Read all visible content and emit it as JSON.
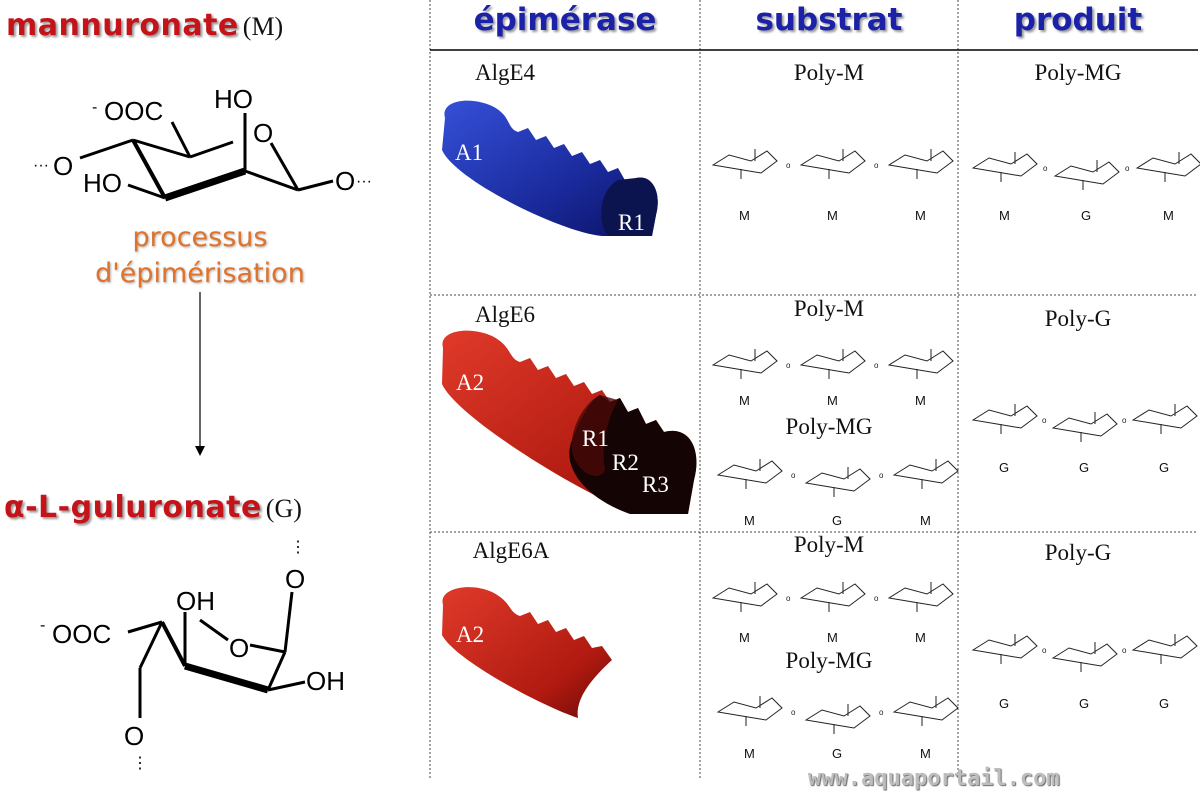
{
  "left": {
    "top_title": "mannuronate",
    "top_abbrev": "(M)",
    "process_line1": "processus",
    "process_line2": "d'épimérisation",
    "bottom_title": "α-L-guluronate",
    "bottom_abbrev": "(G)",
    "mannuronate_labels": {
      "carboxylate": "OOC",
      "charge": "-",
      "ho_top": "HO",
      "ring_o": "O",
      "o_left": "O",
      "ho_left": "HO",
      "o_right": "O"
    },
    "guluronate_labels": {
      "carboxylate": "OOC",
      "charge": "-",
      "oh_top": "OH",
      "ring_o": "O",
      "o_top": "O",
      "oh_right": "OH",
      "o_bottom": "O"
    }
  },
  "table": {
    "headers": [
      "épimérase",
      "substrat",
      "produit"
    ],
    "rows": [
      {
        "enzyme": "AlgE4",
        "modules": [
          "A1",
          "R1"
        ],
        "color": "#1f34b0",
        "substrates": [
          {
            "name": "Poly-M",
            "residues": [
              "M",
              "M",
              "M"
            ]
          }
        ],
        "product": {
          "name": "Poly-MG",
          "residues": [
            "M",
            "G",
            "M"
          ]
        }
      },
      {
        "enzyme": "AlgE6",
        "modules": [
          "A2",
          "R1",
          "R2",
          "R3"
        ],
        "color": "#c21a10",
        "substrates": [
          {
            "name": "Poly-M",
            "residues": [
              "M",
              "M",
              "M"
            ]
          },
          {
            "name": "Poly-MG",
            "residues": [
              "M",
              "G",
              "M"
            ]
          }
        ],
        "product": {
          "name": "Poly-G",
          "residues": [
            "G",
            "G",
            "G"
          ]
        }
      },
      {
        "enzyme": "AlgE6A",
        "modules": [
          "A2"
        ],
        "color": "#c21a10",
        "substrates": [
          {
            "name": "Poly-M",
            "residues": [
              "M",
              "M",
              "M"
            ]
          },
          {
            "name": "Poly-MG",
            "residues": [
              "M",
              "G",
              "M"
            ]
          }
        ],
        "product": {
          "name": "Poly-G",
          "residues": [
            "G",
            "G",
            "G"
          ]
        }
      }
    ]
  },
  "watermark": "www.aquaportail.com"
}
